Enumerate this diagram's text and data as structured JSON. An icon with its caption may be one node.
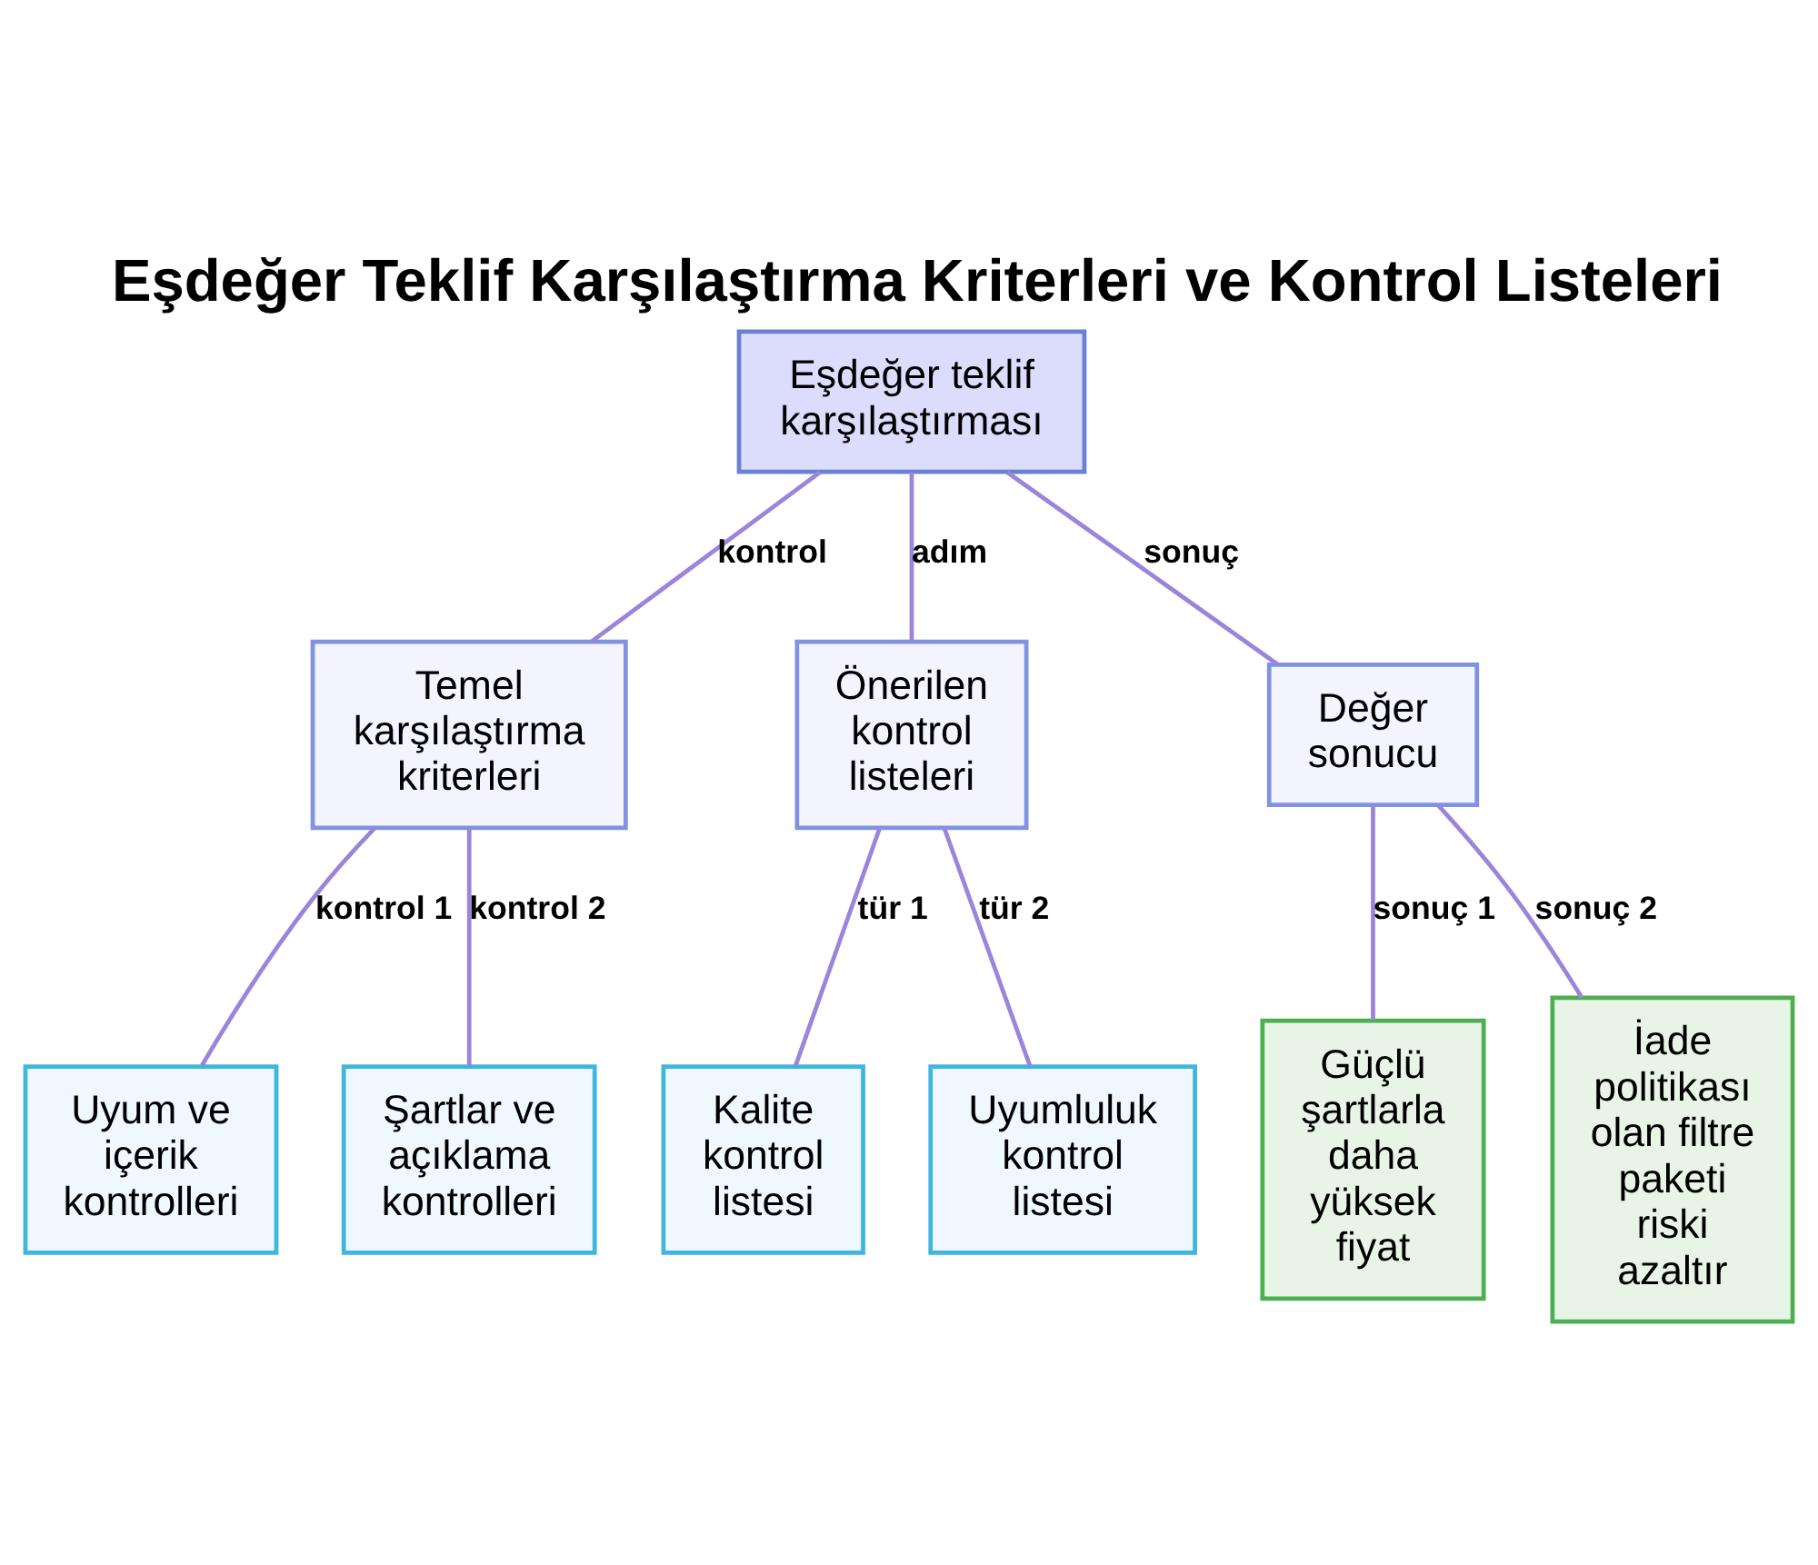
{
  "diagram": {
    "title": "Eşdeğer Teklif Karşılaştırma Kriterleri ve Kontrol Listeleri",
    "nodes": [
      {
        "text": [
          "Eşdeğer teklif karşılaştırması"
        ]
      },
      {
        "text": [
          "Temel karşılaştırma kriterleri"
        ]
      },
      {
        "text": [
          "Önerilen kontrol listeleri"
        ]
      },
      {
        "text": [
          "Değer sonucu"
        ]
      },
      {
        "text": [
          "Uyum ve içerik kontrolleri"
        ]
      },
      {
        "text": [
          "Şartlar ve açıklama kontrolleri"
        ]
      },
      {
        "text": [
          "Kalite kontrol listesi"
        ]
      },
      {
        "text": [
          "Uyumluluk kontrol listesi"
        ]
      },
      {
        "text": [
          "Güçlü şartlarla daha yüksek fiyat"
        ]
      },
      {
        "text": [
          "İade politikası olan filtre paketi riski azaltır"
        ]
      }
    ],
    "edges": [
      {
        "from": 0,
        "to": 1,
        "arrow": "none",
        "label": "kontrol"
      },
      {
        "from": 0,
        "to": 2,
        "arrow": "none",
        "label": "adım"
      },
      {
        "from": 0,
        "to": 3,
        "arrow": "none",
        "label": "sonuç"
      },
      {
        "from": 1,
        "to": 4,
        "arrow": "none",
        "label": "kontrol 1"
      },
      {
        "from": 1,
        "to": 5,
        "arrow": "none",
        "label": "kontrol 2"
      },
      {
        "from": 2,
        "to": 6,
        "arrow": "none",
        "label": "tür 1"
      },
      {
        "from": 2,
        "to": 7,
        "arrow": "none",
        "label": "tür 2"
      },
      {
        "from": 3,
        "to": 8,
        "arrow": "none",
        "label": "sonuç 1"
      },
      {
        "from": 3,
        "to": 9,
        "arrow": "none",
        "label": "sonuç 2"
      }
    ]
  }
}
